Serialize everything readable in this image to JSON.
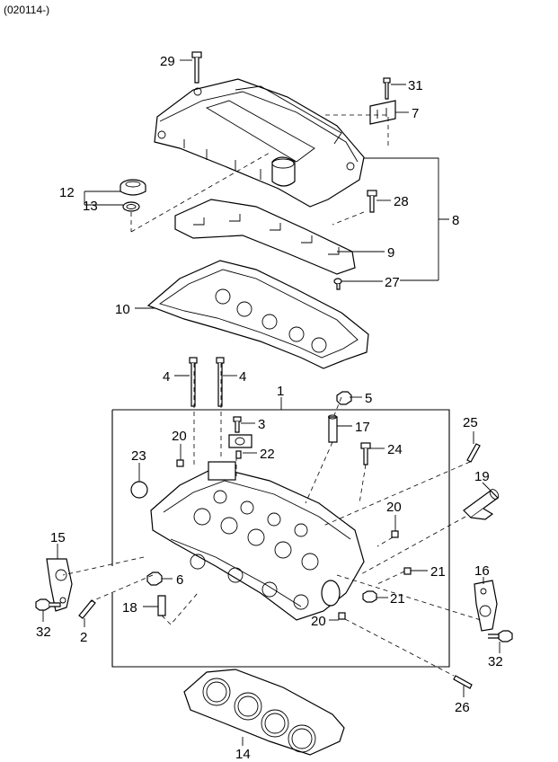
{
  "header": {
    "code": "(020114-)"
  },
  "callouts": {
    "c1": "1",
    "c2": "2",
    "c3": "3",
    "c4a": "4",
    "c4b": "4",
    "c5": "5",
    "c6": "6",
    "c7": "7",
    "c8": "8",
    "c9": "9",
    "c10": "10",
    "c12": "12",
    "c13": "13",
    "c14": "14",
    "c15": "15",
    "c16": "16",
    "c17": "17",
    "c18": "18",
    "c19": "19",
    "c20a": "20",
    "c20b": "20",
    "c20c": "20",
    "c21a": "21",
    "c21b": "21",
    "c22": "22",
    "c23": "23",
    "c24": "24",
    "c25": "25",
    "c26": "26",
    "c27": "27",
    "c28": "28",
    "c29": "29",
    "c31": "31",
    "c32a": "32",
    "c32b": "32"
  }
}
